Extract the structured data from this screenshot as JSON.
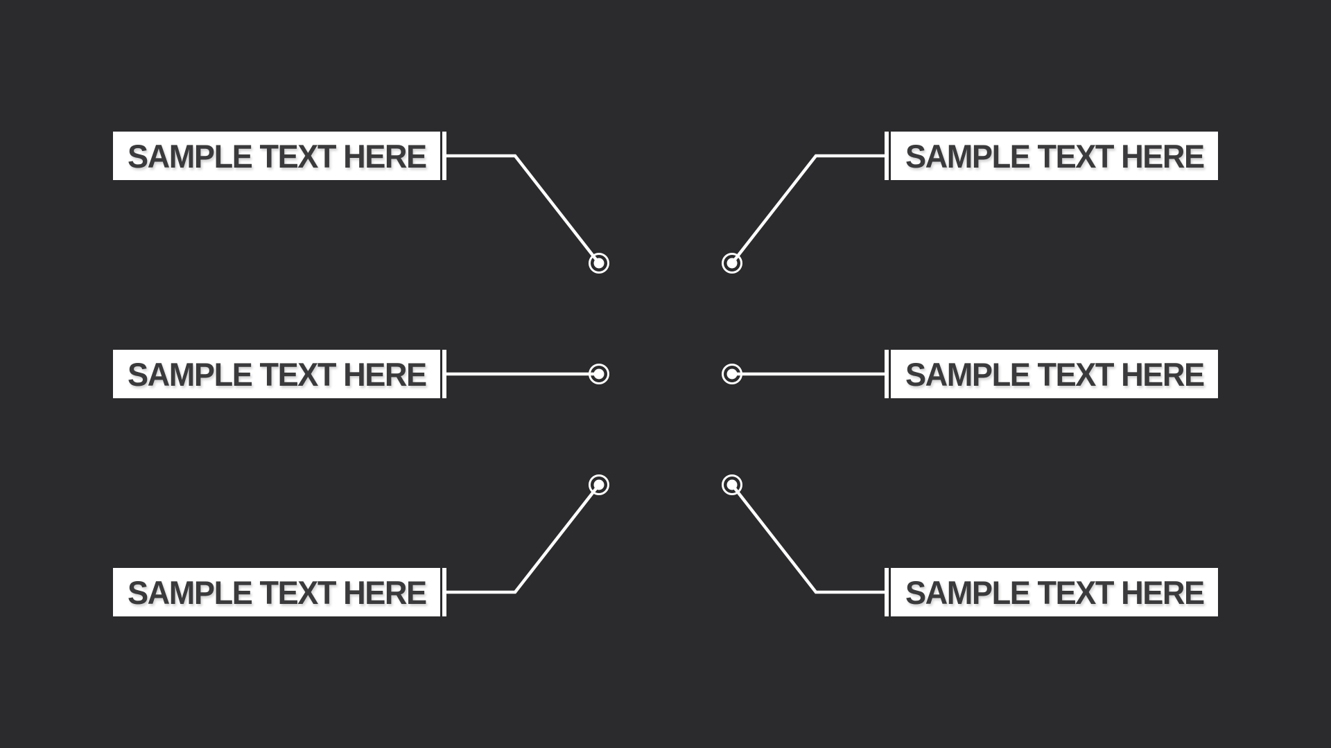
{
  "colors": {
    "background": "#2b2b2d",
    "box": "#ffffff",
    "line": "#ffffff",
    "text": "#3a3a3c"
  },
  "callouts": [
    {
      "id": "top-left",
      "side": "left",
      "text": "SAMPLE TEXT HERE"
    },
    {
      "id": "middle-left",
      "side": "left",
      "text": "SAMPLE TEXT HERE"
    },
    {
      "id": "bottom-left",
      "side": "left",
      "text": "SAMPLE TEXT HERE"
    },
    {
      "id": "top-right",
      "side": "right",
      "text": "SAMPLE TEXT HERE"
    },
    {
      "id": "middle-right",
      "side": "right",
      "text": "SAMPLE TEXT HERE"
    },
    {
      "id": "bottom-right",
      "side": "right",
      "text": "SAMPLE TEXT HERE"
    }
  ]
}
